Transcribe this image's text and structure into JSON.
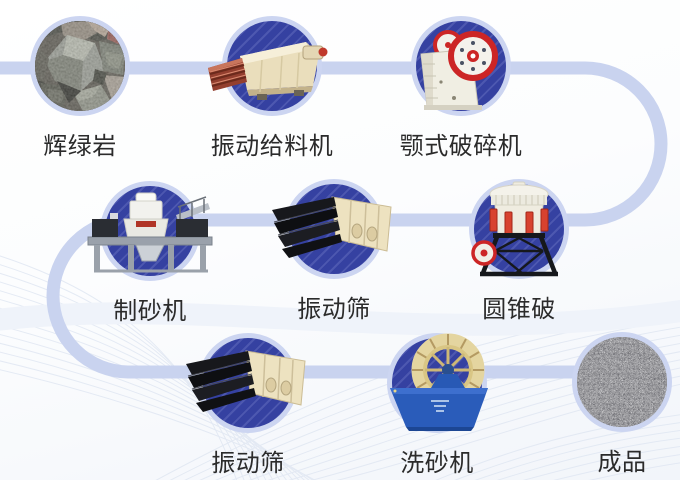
{
  "flow": {
    "line_color": "#c9d3ef",
    "circle_color": "#3541a1",
    "circle_ring_color": "#ccd5f1"
  },
  "nodes": [
    {
      "label": "辉绿岩",
      "icon": "diabase-rock-photo"
    },
    {
      "label": "振动给料机",
      "icon": "vibrating-feeder-image"
    },
    {
      "label": "颚式破碎机",
      "icon": "jaw-crusher-image"
    },
    {
      "label": "制砂机",
      "icon": "sand-making-machine-image"
    },
    {
      "label": "振动筛",
      "icon": "vibrating-screen-image"
    },
    {
      "label": "圆锥破",
      "icon": "cone-crusher-image"
    },
    {
      "label": "振动筛",
      "icon": "vibrating-screen-image"
    },
    {
      "label": "洗砂机",
      "icon": "sand-washer-image"
    },
    {
      "label": "成品",
      "icon": "finished-sand-photo"
    }
  ]
}
